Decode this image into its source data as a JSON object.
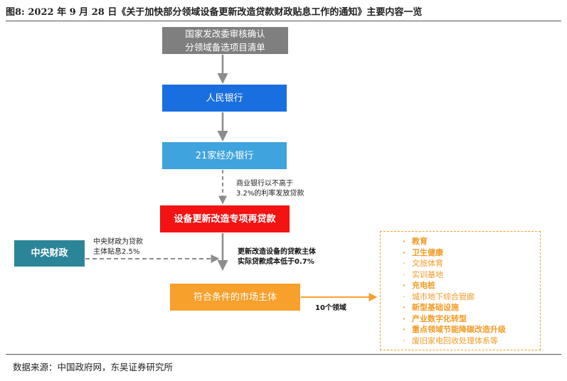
{
  "title": "图8:  2022 年 9 月 28 日《关于加快部分领域设备更新改造贷款财政贴息工作的通知》主要内容一览",
  "boxes": {
    "list_line1": "国家发改委审核确认",
    "list_line2": "分领域备选项目清单",
    "pboc": "人民银行",
    "banks": "21家经办银行",
    "loan": "设备更新改造专项再贷款",
    "fiscal": "中央财政",
    "entities": "符合条件的市场主体"
  },
  "labels": {
    "bank_line1": "商业银行以不高于",
    "bank_line2": "3.2%的利率发放贷款",
    "fiscal_line1": "中央财政为贷款",
    "fiscal_line2": "主体贴息2.5%",
    "cost_line1": "更新改造设备的贷款主体",
    "cost_line2": "实际贷款成本低于0.7%",
    "domain_count": "10个领域"
  },
  "domains": [
    {
      "label": "教育",
      "strong": true
    },
    {
      "label": "卫生健康",
      "strong": true
    },
    {
      "label": "文旅体育",
      "strong": false
    },
    {
      "label": "实训基地",
      "strong": false
    },
    {
      "label": "充电桩",
      "strong": true
    },
    {
      "label": "城市地下综合管廊",
      "strong": false
    },
    {
      "label": "新型基础设施",
      "strong": true
    },
    {
      "label": "产业数字化转型",
      "strong": true
    },
    {
      "label": "重点领域节能降碳改造升级",
      "strong": true
    },
    {
      "label": "废旧家电回收处理体系等",
      "strong": false
    }
  ],
  "bullet": "·",
  "source": "数据来源：中国政府网，东吴证券研究所",
  "colors": {
    "gray": "#7f7f7f",
    "blue": "#1a6fe0",
    "light_blue": "#3fa3dd",
    "red": "#f31313",
    "teal": "#2b8598",
    "orange": "#f7a02b",
    "arrow": "#8c8c8c"
  }
}
